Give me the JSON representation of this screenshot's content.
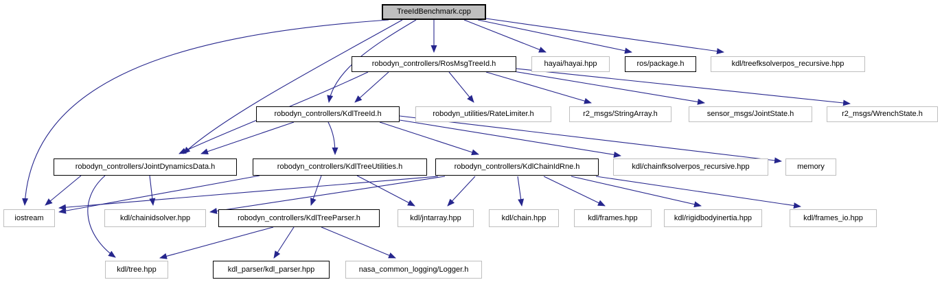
{
  "diagram": {
    "type": "include-dependency-graph",
    "root_file": "TreeIdBenchmark.cpp",
    "colors": {
      "edge": "#26268d",
      "root_fill": "#bfbfbf",
      "node_fill": "#ffffff",
      "linked_border": "#000000",
      "plain_border": "#bebebe",
      "text": "#000000",
      "background": "#ffffff"
    },
    "nodes": [
      {
        "id": "root",
        "label": "TreeIdBenchmark.cpp",
        "kind": "root"
      },
      {
        "id": "rosmsg",
        "label": "robodyn_controllers/RosMsgTreeId.h",
        "kind": "linked"
      },
      {
        "id": "hayai",
        "label": "hayai/hayai.hpp",
        "kind": "plain"
      },
      {
        "id": "rospackage",
        "label": "ros/package.h",
        "kind": "linked"
      },
      {
        "id": "treefk",
        "label": "kdl/treefksolverpos_recursive.hpp",
        "kind": "plain"
      },
      {
        "id": "kdltreeid",
        "label": "robodyn_controllers/KdlTreeId.h",
        "kind": "linked"
      },
      {
        "id": "ratelimiter",
        "label": "robodyn_utilities/RateLimiter.h",
        "kind": "plain"
      },
      {
        "id": "stringarray",
        "label": "r2_msgs/StringArray.h",
        "kind": "plain"
      },
      {
        "id": "jointstate",
        "label": "sensor_msgs/JointState.h",
        "kind": "plain"
      },
      {
        "id": "wrenchstate",
        "label": "r2_msgs/WrenchState.h",
        "kind": "plain"
      },
      {
        "id": "jdd",
        "label": "robodyn_controllers/JointDynamicsData.h",
        "kind": "linked"
      },
      {
        "id": "utilities",
        "label": "robodyn_controllers/KdlTreeUtilities.h",
        "kind": "linked"
      },
      {
        "id": "chainidrne",
        "label": "robodyn_controllers/KdlChainIdRne.h",
        "kind": "linked"
      },
      {
        "id": "chainfk",
        "label": "kdl/chainfksolverpos_recursive.hpp",
        "kind": "plain"
      },
      {
        "id": "memory",
        "label": "memory",
        "kind": "plain"
      },
      {
        "id": "iostream",
        "label": "iostream",
        "kind": "plain"
      },
      {
        "id": "chainidsolver",
        "label": "kdl/chainidsolver.hpp",
        "kind": "plain"
      },
      {
        "id": "parser",
        "label": "robodyn_controllers/KdlTreeParser.h",
        "kind": "linked"
      },
      {
        "id": "jntarray",
        "label": "kdl/jntarray.hpp",
        "kind": "plain"
      },
      {
        "id": "chain",
        "label": "kdl/chain.hpp",
        "kind": "plain"
      },
      {
        "id": "frames",
        "label": "kdl/frames.hpp",
        "kind": "plain"
      },
      {
        "id": "rigidbody",
        "label": "kdl/rigidbodyinertia.hpp",
        "kind": "plain"
      },
      {
        "id": "framesio",
        "label": "kdl/frames_io.hpp",
        "kind": "plain"
      },
      {
        "id": "tree",
        "label": "kdl/tree.hpp",
        "kind": "plain"
      },
      {
        "id": "kdlparser",
        "label": "kdl_parser/kdl_parser.hpp",
        "kind": "linked"
      },
      {
        "id": "logger",
        "label": "nasa_common_logging/Logger.h",
        "kind": "plain"
      }
    ],
    "edges": [
      {
        "from": "root",
        "to": "rosmsg"
      },
      {
        "from": "root",
        "to": "hayai"
      },
      {
        "from": "root",
        "to": "rospackage"
      },
      {
        "from": "root",
        "to": "treefk"
      },
      {
        "from": "root",
        "to": "kdltreeid"
      },
      {
        "from": "root",
        "to": "jdd"
      },
      {
        "from": "root",
        "to": "iostream"
      },
      {
        "from": "rosmsg",
        "to": "kdltreeid"
      },
      {
        "from": "rosmsg",
        "to": "ratelimiter"
      },
      {
        "from": "rosmsg",
        "to": "stringarray"
      },
      {
        "from": "rosmsg",
        "to": "jointstate"
      },
      {
        "from": "rosmsg",
        "to": "wrenchstate"
      },
      {
        "from": "rosmsg",
        "to": "jdd"
      },
      {
        "from": "kdltreeid",
        "to": "jdd"
      },
      {
        "from": "kdltreeid",
        "to": "utilities"
      },
      {
        "from": "kdltreeid",
        "to": "chainidrne"
      },
      {
        "from": "kdltreeid",
        "to": "chainfk"
      },
      {
        "from": "kdltreeid",
        "to": "memory"
      },
      {
        "from": "jdd",
        "to": "iostream"
      },
      {
        "from": "jdd",
        "to": "chainidsolver"
      },
      {
        "from": "jdd",
        "to": "tree"
      },
      {
        "from": "utilities",
        "to": "parser"
      },
      {
        "from": "utilities",
        "to": "jntarray"
      },
      {
        "from": "utilities",
        "to": "iostream"
      },
      {
        "from": "chainidrne",
        "to": "chainidsolver"
      },
      {
        "from": "chainidrne",
        "to": "iostream"
      },
      {
        "from": "chainidrne",
        "to": "jntarray"
      },
      {
        "from": "chainidrne",
        "to": "chain"
      },
      {
        "from": "chainidrne",
        "to": "frames"
      },
      {
        "from": "chainidrne",
        "to": "rigidbody"
      },
      {
        "from": "chainidrne",
        "to": "framesio"
      },
      {
        "from": "parser",
        "to": "tree"
      },
      {
        "from": "parser",
        "to": "kdlparser"
      },
      {
        "from": "parser",
        "to": "logger"
      }
    ]
  }
}
